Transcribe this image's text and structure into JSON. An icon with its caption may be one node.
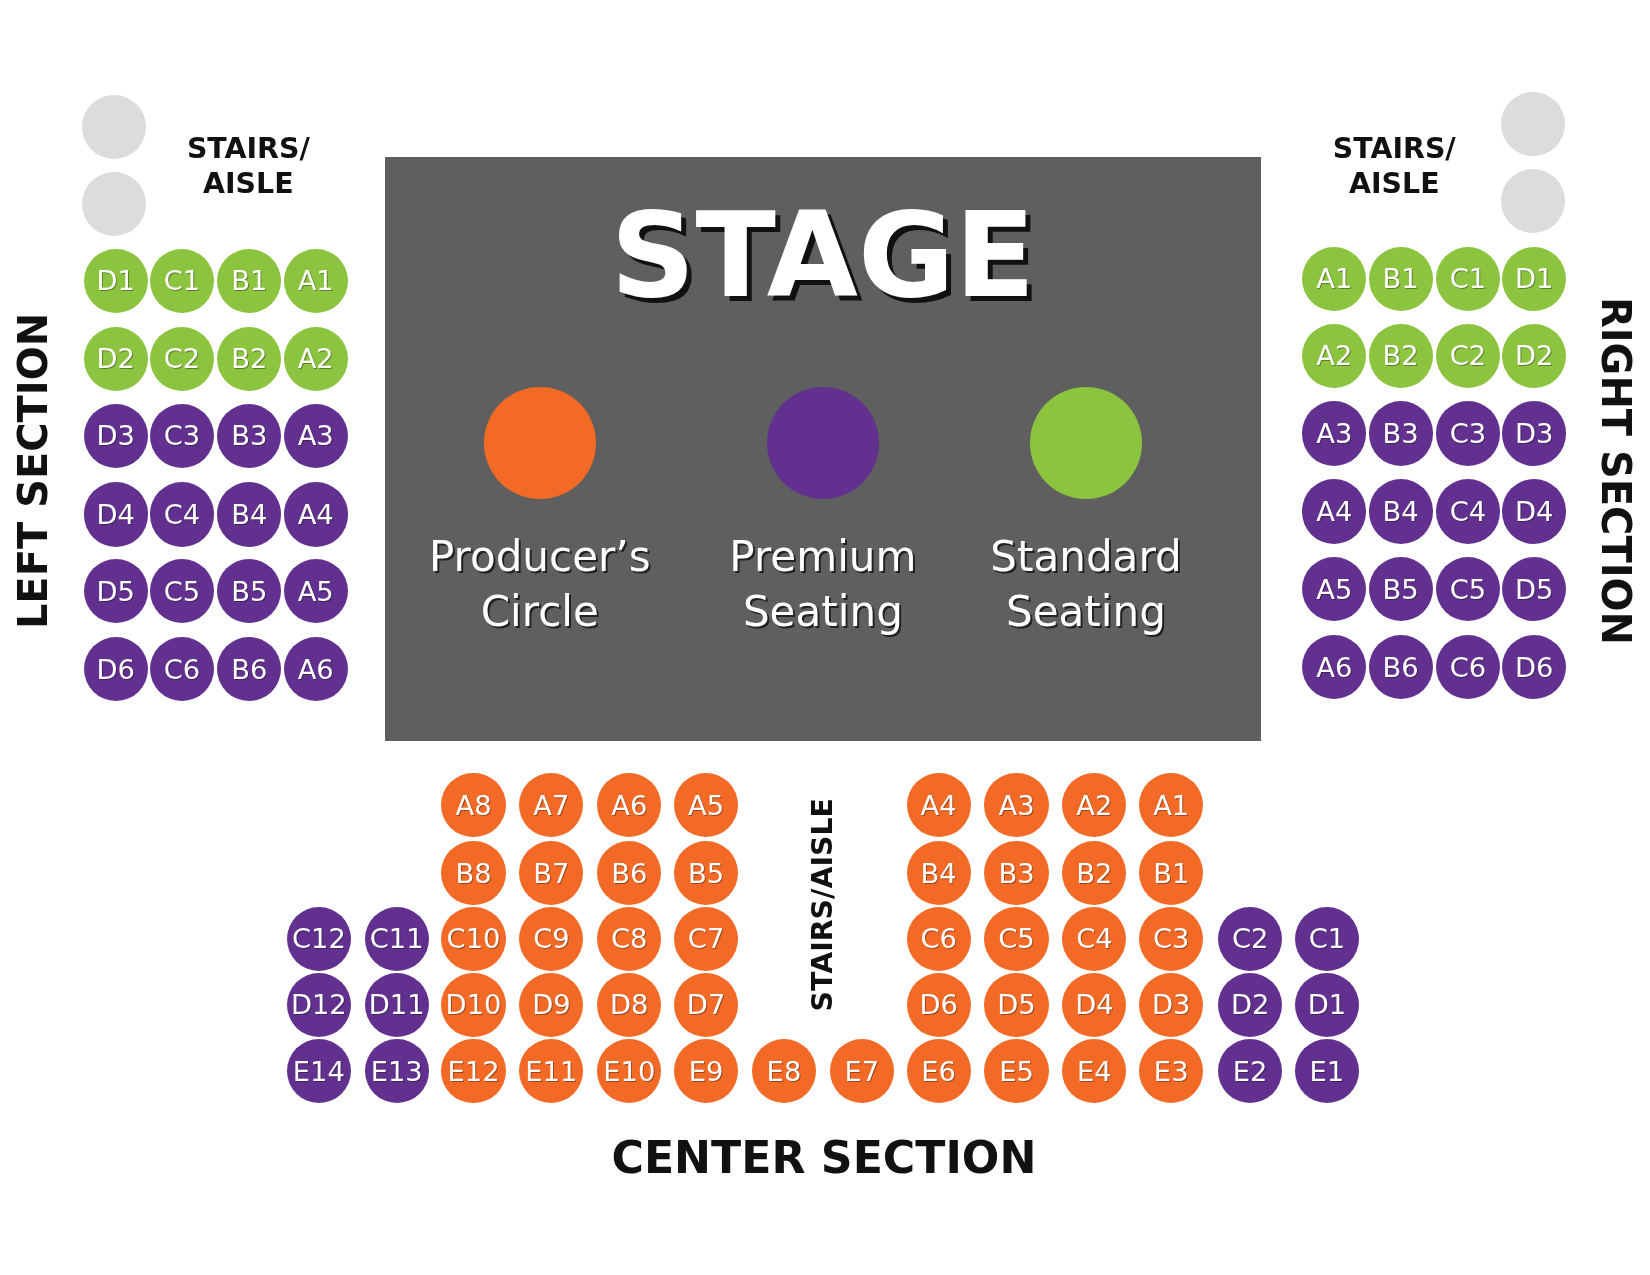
{
  "diagram": {
    "nodes": [
      {
        "text": [],
        "shape": "circle"
      },
      {
        "text": [],
        "shape": "circle"
      },
      {
        "text": [],
        "shape": "circle"
      },
      {
        "text": [],
        "shape": "circle"
      },
      {
        "text": [
          "STAGE"
        ]
      },
      {
        "text": [
          "D1"
        ]
      },
      {
        "text": [
          "C1"
        ]
      },
      {
        "text": [
          "B1"
        ]
      },
      {
        "text": [
          "A1"
        ]
      },
      {
        "text": [
          "D2"
        ]
      },
      {
        "text": [
          "C2"
        ]
      },
      {
        "text": [
          "B2"
        ]
      },
      {
        "text": [
          "A2"
        ]
      },
      {
        "text": [
          "D3"
        ]
      },
      {
        "text": [
          "C3"
        ]
      },
      {
        "text": [
          "B3"
        ]
      },
      {
        "text": [
          "A3"
        ]
      },
      {
        "text": [
          "D4"
        ]
      },
      {
        "text": [
          "C4"
        ]
      },
      {
        "text": [
          "B4"
        ]
      },
      {
        "text": [
          "A4"
        ]
      },
      {
        "text": [
          "D5"
        ]
      },
      {
        "text": [
          "C5"
        ]
      },
      {
        "text": [
          "B5"
        ]
      },
      {
        "text": [
          "A5"
        ]
      },
      {
        "text": [
          "D6"
        ]
      },
      {
        "text": [
          "C6"
        ]
      },
      {
        "text": [
          "B6"
        ]
      },
      {
        "text": [
          "A6"
        ]
      },
      {
        "text": [
          "A1"
        ]
      },
      {
        "text": [
          "B1"
        ]
      },
      {
        "text": [
          "C1"
        ]
      },
      {
        "text": [
          "D1"
        ]
      },
      {
        "text": [
          "A2"
        ]
      },
      {
        "text": [
          "B2"
        ]
      },
      {
        "text": [
          "C2"
        ]
      },
      {
        "text": [
          "D2"
        ]
      },
      {
        "text": [
          "A3"
        ]
      },
      {
        "text": [
          "B3"
        ]
      },
      {
        "text": [
          "C3"
        ]
      },
      {
        "text": [
          "D3"
        ]
      },
      {
        "text": [
          "A4"
        ]
      },
      {
        "text": [
          "B4"
        ]
      },
      {
        "text": [
          "C4"
        ]
      },
      {
        "text": [
          "D4"
        ]
      },
      {
        "text": [
          "A5"
        ]
      },
      {
        "text": [
          "B5"
        ]
      },
      {
        "text": [
          "C5"
        ]
      },
      {
        "text": [
          "D5"
        ]
      },
      {
        "text": [
          "A6"
        ]
      },
      {
        "text": [
          "B6"
        ]
      },
      {
        "text": [
          "C6"
        ]
      },
      {
        "text": [
          "D6"
        ]
      },
      {
        "text": [
          "A8"
        ]
      },
      {
        "text": [
          "A7"
        ]
      },
      {
        "text": [
          "A6"
        ]
      },
      {
        "text": [
          "A5"
        ]
      },
      {
        "text": [
          "A4"
        ]
      },
      {
        "text": [
          "A3"
        ]
      },
      {
        "text": [
          "A2"
        ]
      },
      {
        "text": [
          "A1"
        ]
      },
      {
        "text": [
          "B8"
        ]
      },
      {
        "text": [
          "B7"
        ]
      },
      {
        "text": [
          "B6"
        ]
      },
      {
        "text": [
          "B5"
        ]
      },
      {
        "text": [
          "B4"
        ]
      },
      {
        "text": [
          "B3"
        ]
      },
      {
        "text": [
          "B2"
        ]
      },
      {
        "text": [
          "B1"
        ]
      },
      {
        "text": [
          "C12"
        ]
      },
      {
        "text": [
          "C11"
        ]
      },
      {
        "text": [
          "C10"
        ]
      },
      {
        "text": [
          "C9"
        ]
      },
      {
        "text": [
          "C8"
        ]
      },
      {
        "text": [
          "C7"
        ]
      },
      {
        "text": [
          "C6"
        ]
      },
      {
        "text": [
          "C5"
        ]
      },
      {
        "text": [
          "C4"
        ]
      },
      {
        "text": [
          "C3"
        ]
      },
      {
        "text": [
          "C2"
        ]
      },
      {
        "text": [
          "C1"
        ]
      },
      {
        "text": [
          "D12"
        ]
      },
      {
        "text": [
          "D11"
        ]
      },
      {
        "text": [
          "D10"
        ]
      },
      {
        "text": [
          "D9"
        ]
      },
      {
        "text": [
          "D8"
        ]
      },
      {
        "text": [
          "D7"
        ]
      },
      {
        "text": [
          "D6"
        ]
      },
      {
        "text": [
          "D5"
        ]
      },
      {
        "text": [
          "D4"
        ]
      },
      {
        "text": [
          "D3"
        ]
      },
      {
        "text": [
          "D2"
        ]
      },
      {
        "text": [
          "D1"
        ]
      },
      {
        "text": [
          "E14"
        ]
      },
      {
        "text": [
          "E13"
        ]
      },
      {
        "text": [
          "E12"
        ]
      },
      {
        "text": [
          "E11"
        ]
      },
      {
        "text": [
          "E10"
        ]
      },
      {
        "text": [
          "E9"
        ]
      },
      {
        "text": [
          "E8"
        ]
      },
      {
        "text": [
          "E7"
        ]
      },
      {
        "text": [
          "E6"
        ]
      },
      {
        "text": [
          "E5"
        ]
      },
      {
        "text": [
          "E4"
        ]
      },
      {
        "text": [
          "E3"
        ]
      },
      {
        "text": [
          "E2"
        ]
      },
      {
        "text": [
          "E1"
        ]
      }
    ],
    "labels": [
      "STAIRS/ AISLE",
      "STAIRS/ AISLE",
      "LEFT SECTION",
      "RIGHT SECTION",
      "STAIRS/AISLE",
      "CENTER SECTION"
    ],
    "legend": [
      {
        "text": "Producer’s Circle",
        "color": "#f26a25"
      },
      {
        "text": "Premium Seating",
        "color": "#62318f"
      },
      {
        "text": "Standard Seating",
        "color": "#8cc43f"
      }
    ]
  }
}
